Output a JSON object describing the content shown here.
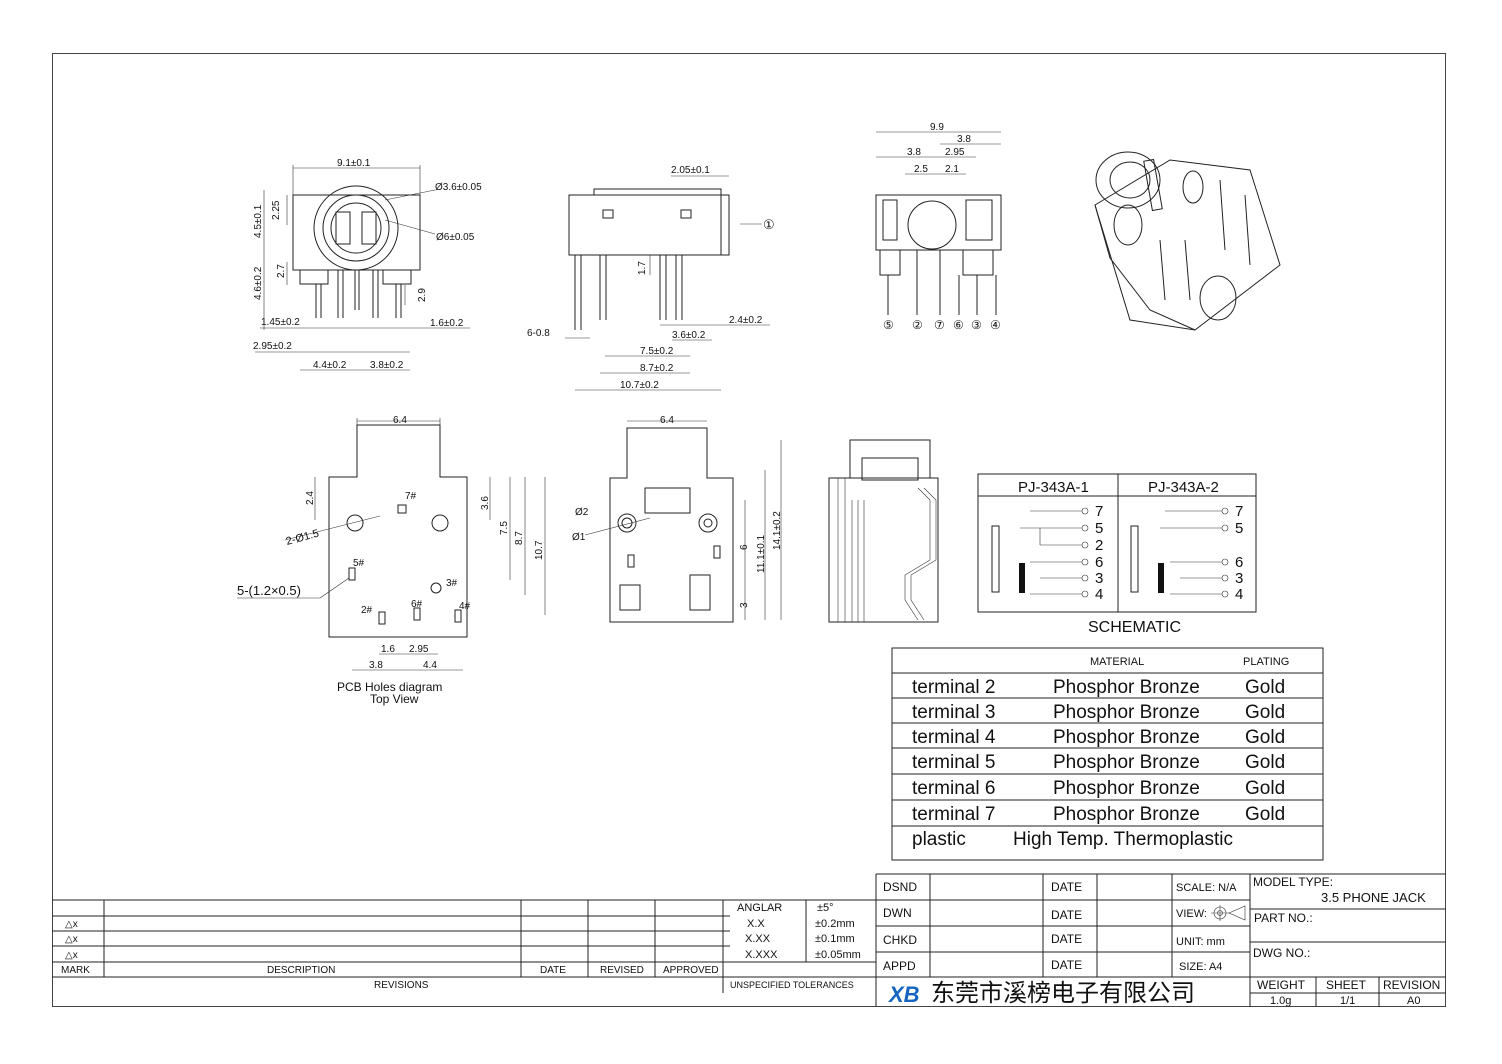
{
  "views": {
    "front": {
      "dims": [
        "9.1±0.1",
        "Ø3.6±0.05",
        "Ø6±0.05",
        "2.25",
        "4.5±0.1",
        "2.7",
        "4.6±0.2",
        "2.9",
        "1.45±0.2",
        "1.6±0.2",
        "2.95±0.2",
        "4.4±0.2",
        "3.8±0.2"
      ]
    },
    "side": {
      "dims": [
        "2.05±0.1",
        "1.7",
        "2.4±0.2",
        "6-0.8",
        "3.6±0.2",
        "7.5±0.2",
        "8.7±0.2",
        "10.7±0.2"
      ],
      "callout": "①"
    },
    "rear": {
      "dims": [
        "9.9",
        "3.8",
        "3.8",
        "2.95",
        "2.5",
        "2.1"
      ],
      "pins": [
        "⑤",
        "②",
        "⑦",
        "⑥",
        "③",
        "④"
      ]
    },
    "pcb": {
      "dims": [
        "6.4",
        "2.4",
        "3.6",
        "7.5",
        "8.7",
        "10.7",
        "2-Ø1.5",
        "5-(1.2×0.5)",
        "1.6",
        "2.95",
        "3.8",
        "4.4"
      ],
      "holes": [
        "7#",
        "5#",
        "3#",
        "2#",
        "6#",
        "4#"
      ],
      "caption_1": "PCB Holes diagram",
      "caption_2": "Top View"
    },
    "bottom": {
      "dims": [
        "6.4",
        "Ø2",
        "Ø1",
        "6",
        "11.1±0.1",
        "14.1±0.2",
        "3"
      ]
    }
  },
  "schematic": {
    "models": [
      "PJ-343A-1",
      "PJ-343A-2"
    ],
    "left_pins": [
      "7",
      "5",
      "2",
      "6",
      "3",
      "4"
    ],
    "right_pins": [
      "7",
      "5",
      "6",
      "3",
      "4"
    ],
    "label": "SCHEMATIC"
  },
  "material_table": {
    "headers": [
      "MATERIAL",
      "PLATING"
    ],
    "rows": [
      {
        "part": "terminal 2",
        "material": "Phosphor Bronze",
        "plating": "Gold"
      },
      {
        "part": "terminal 3",
        "material": "Phosphor Bronze",
        "plating": "Gold"
      },
      {
        "part": "terminal 4",
        "material": "Phosphor Bronze",
        "plating": "Gold"
      },
      {
        "part": "terminal 5",
        "material": "Phosphor Bronze",
        "plating": "Gold"
      },
      {
        "part": "terminal 6",
        "material": "Phosphor Bronze",
        "plating": "Gold"
      },
      {
        "part": "terminal 7",
        "material": "Phosphor Bronze",
        "plating": "Gold"
      }
    ],
    "plastic_part": "plastic",
    "plastic_material": "High Temp. Thermoplastic"
  },
  "revisions": {
    "marks": [
      "△x",
      "△x",
      "△x"
    ],
    "headers": [
      "MARK",
      "DESCRIPTION",
      "DATE",
      "REVISED",
      "APPROVED"
    ],
    "footer": "REVISIONS"
  },
  "tolerances": {
    "rows": [
      {
        "label": "ANGLAR",
        "value": "±5°"
      },
      {
        "label": "X.X",
        "value": "±0.2mm"
      },
      {
        "label": "X.XX",
        "value": "±0.1mm"
      },
      {
        "label": "X.XXX",
        "value": "±0.05mm"
      }
    ],
    "footer": "UNSPECIFIED TOLERANCES"
  },
  "title_block": {
    "roles": [
      "DSND",
      "DWN",
      "CHKD",
      "APPD"
    ],
    "date_label": "DATE",
    "scale": "SCALE: N/A",
    "view": "VIEW:",
    "unit": "UNIT: mm",
    "size": "SIZE: A4",
    "model_type_label": "MODEL TYPE:",
    "model_type": "3.5 PHONE JACK",
    "part_no_label": "PART NO.:",
    "dwg_no_label": "DWG NO.:",
    "weight_label": "WEIGHT",
    "weight": "1.0g",
    "sheet_label": "SHEET",
    "sheet": "1/1",
    "revision_label": "REVISION",
    "revision": "A0",
    "company": "东莞市溪榜电子有限公司",
    "logo": "XB"
  }
}
